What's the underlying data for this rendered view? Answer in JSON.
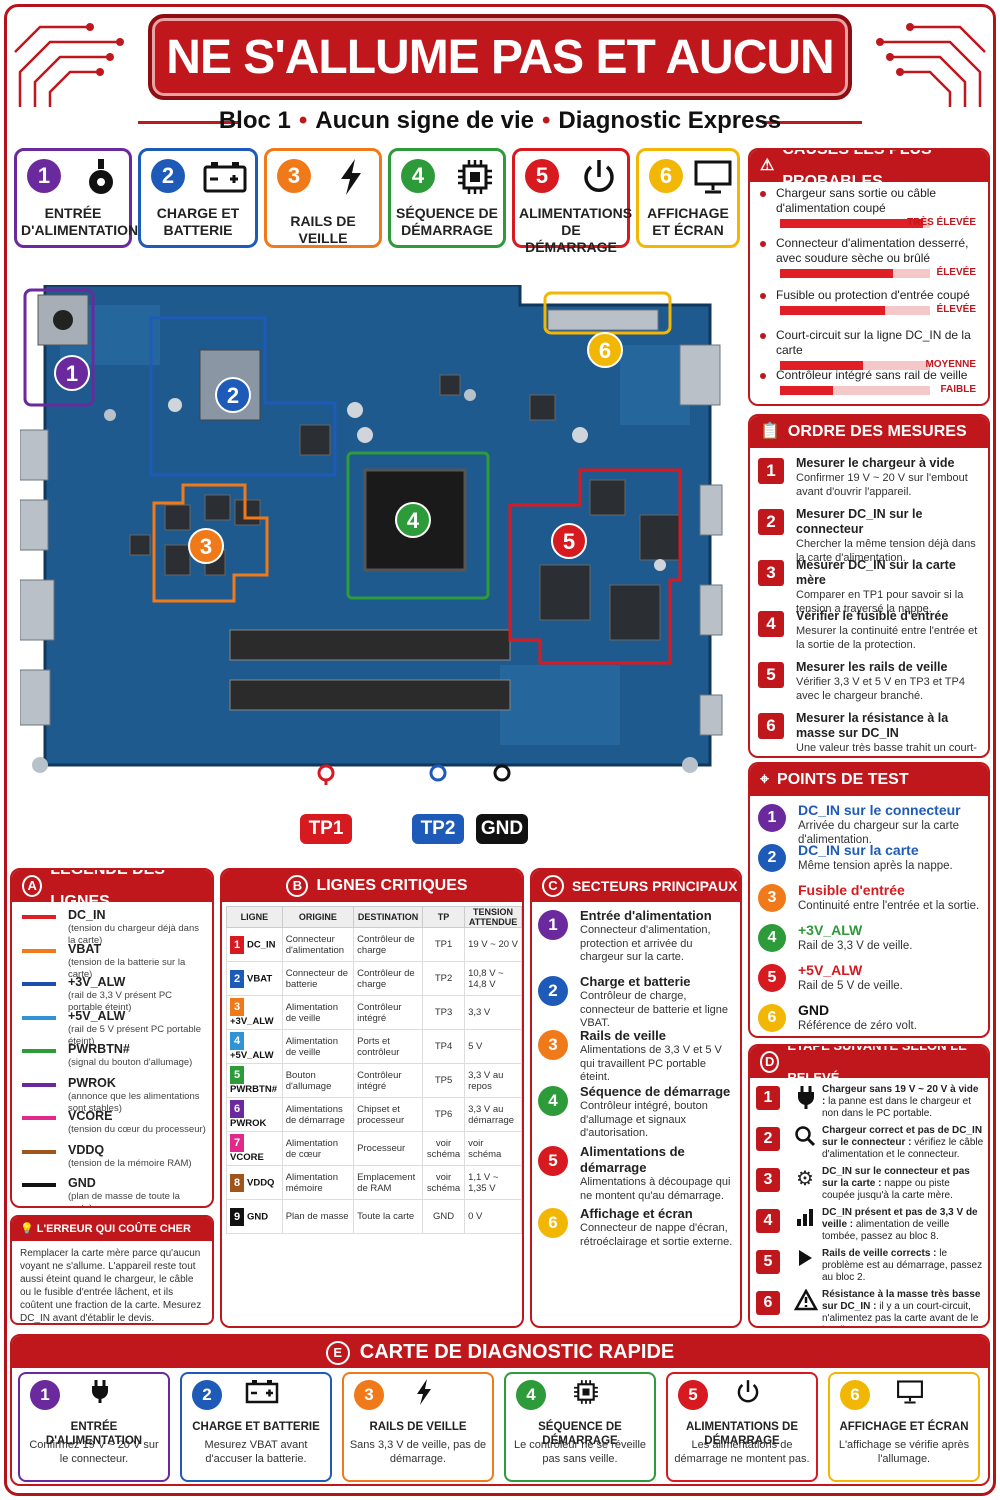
{
  "title": "NE S'ALLUME PAS ET AUCUN VOYANT",
  "subtitle": {
    "a": "Bloc 1",
    "b": "Aucun signe de vie",
    "c": "Diagnostic Express",
    "sep": "•"
  },
  "colors": {
    "purple": "#6a2a9e",
    "blue": "#1e5bb8",
    "orange": "#f07a1a",
    "green": "#2e9b3a",
    "red": "#d71920",
    "yellow": "#f2b705",
    "brand": "#c0171d"
  },
  "sections": [
    {
      "n": "1",
      "label": "ENTRÉE D'ALIMENTATION",
      "icon": "power-jack-icon"
    },
    {
      "n": "2",
      "label": "CHARGE ET BATTERIE",
      "icon": "battery-icon"
    },
    {
      "n": "3",
      "label": "RAILS DE VEILLE",
      "icon": "lightning-icon"
    },
    {
      "n": "4",
      "label": "SÉQUENCE DE DÉMARRAGE",
      "icon": "chip-icon"
    },
    {
      "n": "5",
      "label": "ALIMENTATIONS DE DÉMARRAGE",
      "icon": "power-icon"
    },
    {
      "n": "6",
      "label": "AFFICHAGE ET ÉCRAN",
      "icon": "monitor-icon"
    }
  ],
  "board_labels": {
    "n1": "1",
    "n2": "2",
    "n3": "3",
    "n4": "4",
    "n5": "5",
    "n6": "6",
    "tp1": "TP1",
    "tp2": "TP2",
    "gnd": "GND"
  },
  "causes": {
    "title": "CAUSES LES PLUS PROBABLES",
    "items": [
      {
        "text": "Chargeur sans sortie ou câble d'alimentation coupé",
        "level": "TRÈS ÉLEVÉE",
        "value": 0.95
      },
      {
        "text": "Connecteur d'alimentation desserré, avec soudure sèche ou brûlé",
        "level": "ÉLEVÉE",
        "value": 0.75
      },
      {
        "text": "Fusible ou protection d'entrée coupé",
        "level": "ÉLEVÉE",
        "value": 0.7
      },
      {
        "text": "Court-circuit sur la ligne DC_IN de la carte",
        "level": "MOYENNE",
        "value": 0.55
      },
      {
        "text": "Contrôleur intégré sans rail de veille",
        "level": "FAIBLE",
        "value": 0.35
      }
    ]
  },
  "order": {
    "title": "ORDRE DES MESURES",
    "items": [
      {
        "n": "1",
        "t": "Mesurer le chargeur à vide",
        "d": "Confirmer 19 V ~ 20 V sur l'embout avant d'ouvrir l'appareil."
      },
      {
        "n": "2",
        "t": "Mesurer DC_IN sur le connecteur",
        "d": "Chercher la même tension déjà dans la carte d'alimentation."
      },
      {
        "n": "3",
        "t": "Mesurer DC_IN sur la carte mère",
        "d": "Comparer en TP1 pour savoir si la tension a traversé la nappe."
      },
      {
        "n": "4",
        "t": "Vérifier le fusible d'entrée",
        "d": "Mesurer la continuité entre l'entrée et la sortie de la protection."
      },
      {
        "n": "5",
        "t": "Mesurer les rails de veille",
        "d": "Vérifier 3,3 V et 5 V en TP3 et TP4 avec le chargeur branché."
      },
      {
        "n": "6",
        "t": "Mesurer la résistance à la masse sur DC_IN",
        "d": "Une valeur très basse trahit un court-circuit à l'entrée."
      }
    ]
  },
  "testpoints": {
    "title": "POINTS DE TEST",
    "items": [
      {
        "n": "1",
        "t": "DC_IN sur le connecteur",
        "d": "Arrivée du chargeur sur la carte d'alimentation."
      },
      {
        "n": "2",
        "t": "DC_IN sur la carte",
        "d": "Même tension après la nappe."
      },
      {
        "n": "3",
        "t": "Fusible d'entrée",
        "d": "Continuité entre l'entrée et la sortie."
      },
      {
        "n": "4",
        "t": "+3V_ALW",
        "d": "Rail de 3,3 V de veille."
      },
      {
        "n": "5",
        "t": "+5V_ALW",
        "d": "Rail de 5 V de veille."
      },
      {
        "n": "6",
        "t": "GND",
        "d": "Référence de zéro volt."
      }
    ]
  },
  "legend": {
    "badge": "A",
    "title": "LÉGENDE DES LIGNES",
    "items": [
      {
        "n": "DC_IN",
        "d": "(tension du chargeur déjà dans la carte)",
        "color": "#e01e26"
      },
      {
        "n": "VBAT",
        "d": "(tension de la batterie sur la carte)",
        "color": "#f07a1a"
      },
      {
        "n": "+3V_ALW",
        "d": "(rail de 3,3 V présent PC portable éteint)",
        "color": "#1e4fb0"
      },
      {
        "n": "+5V_ALW",
        "d": "(rail de 5 V présent PC portable éteint)",
        "color": "#2f93d6"
      },
      {
        "n": "PWRBTN#",
        "d": "(signal du bouton d'allumage)",
        "color": "#2e9b3a"
      },
      {
        "n": "PWROK",
        "d": "(annonce que les alimentations sont stables)",
        "color": "#6a2a9e"
      },
      {
        "n": "VCORE",
        "d": "(tension du cœur du processeur)",
        "color": "#e0298a"
      },
      {
        "n": "VDDQ",
        "d": "(tension de la mémoire RAM)",
        "color": "#a0551c"
      },
      {
        "n": "GND",
        "d": "(plan de masse de toute la carte)",
        "color": "#111111"
      }
    ]
  },
  "critical": {
    "badge": "B",
    "title": "LIGNES CRITIQUES",
    "headers": [
      "LIGNE",
      "ORIGINE",
      "DESTINATION",
      "TP",
      "TENSION ATTENDUE"
    ],
    "rows": [
      {
        "n": "1",
        "l": "DC_IN",
        "o": "Connecteur d'alimentation",
        "dst": "Contrôleur de charge",
        "tp": "TP1",
        "v": "19 V ~ 20 V",
        "c": "#d71920"
      },
      {
        "n": "2",
        "l": "VBAT",
        "o": "Connecteur de batterie",
        "dst": "Contrôleur de charge",
        "tp": "TP2",
        "v": "10,8 V ~ 14,8 V",
        "c": "#1e5bb8"
      },
      {
        "n": "3",
        "l": "+3V_ALW",
        "o": "Alimentation de veille",
        "dst": "Contrôleur intégré",
        "tp": "TP3",
        "v": "3,3 V",
        "c": "#f07a1a"
      },
      {
        "n": "4",
        "l": "+5V_ALW",
        "o": "Alimentation de veille",
        "dst": "Ports et contrôleur",
        "tp": "TP4",
        "v": "5 V",
        "c": "#2f93d6"
      },
      {
        "n": "5",
        "l": "PWRBTN#",
        "o": "Bouton d'allumage",
        "dst": "Contrôleur intégré",
        "tp": "TP5",
        "v": "3,3 V au repos",
        "c": "#2e9b3a"
      },
      {
        "n": "6",
        "l": "PWROK",
        "o": "Alimentations de démarrage",
        "dst": "Chipset et processeur",
        "tp": "TP6",
        "v": "3,3 V au démarrage",
        "c": "#6a2a9e"
      },
      {
        "n": "7",
        "l": "VCORE",
        "o": "Alimentation de cœur",
        "dst": "Processeur",
        "tp": "voir schéma",
        "v": "voir schéma",
        "c": "#e0298a"
      },
      {
        "n": "8",
        "l": "VDDQ",
        "o": "Alimentation mémoire",
        "dst": "Emplacement de RAM",
        "tp": "voir schéma",
        "v": "1,1 V ~ 1,35 V",
        "c": "#a0551c"
      },
      {
        "n": "9",
        "l": "GND",
        "o": "Plan de masse",
        "dst": "Toute la carte",
        "tp": "GND",
        "v": "0 V",
        "c": "#111111"
      }
    ]
  },
  "sectors": {
    "badge": "C",
    "title": "SECTEURS PRINCIPAUX",
    "items": [
      {
        "n": "1",
        "t": "Entrée d'alimentation",
        "d": "Connecteur d'alimentation, protection et arrivée du chargeur sur la carte."
      },
      {
        "n": "2",
        "t": "Charge et batterie",
        "d": "Contrôleur de charge, connecteur de batterie et ligne VBAT."
      },
      {
        "n": "3",
        "t": "Rails de veille",
        "d": "Alimentations de 3,3 V et 5 V qui travaillent PC portable éteint."
      },
      {
        "n": "4",
        "t": "Séquence de démarrage",
        "d": "Contrôleur intégré, bouton d'allumage et signaux d'autorisation."
      },
      {
        "n": "5",
        "t": "Alimentations de démarrage",
        "d": "Alimentations à découpage qui ne montent qu'au démarrage."
      },
      {
        "n": "6",
        "t": "Affichage et écran",
        "d": "Connecteur de nappe d'écran, rétroéclairage et sortie externe."
      }
    ]
  },
  "next": {
    "badge": "D",
    "title": "ÉTAPE SUIVANTE SELON LE RELEVÉ",
    "items": [
      {
        "n": "1",
        "icon": "plug-icon",
        "b": "Chargeur sans 19 V ~ 20 V à vide :",
        "r": " la panne est dans le chargeur et non dans le PC portable."
      },
      {
        "n": "2",
        "icon": "magnifier-icon",
        "b": "Chargeur correct et pas de DC_IN sur le connecteur :",
        "r": " vérifiez le câble d'alimentation et le connecteur."
      },
      {
        "n": "3",
        "icon": "gear-icon",
        "b": "DC_IN sur le connecteur et pas sur la carte :",
        "r": " nappe ou piste coupée jusqu'à la carte mère."
      },
      {
        "n": "4",
        "icon": "bars-icon",
        "b": "DC_IN présent et pas de 3,3 V de veille :",
        "r": " alimentation de veille tombée, passez au bloc 8."
      },
      {
        "n": "5",
        "icon": "play-icon",
        "b": "Rails de veille corrects :",
        "r": " le problème est au démarrage, passez au bloc 2."
      },
      {
        "n": "6",
        "icon": "warning-icon",
        "b": "Résistance à la masse très basse sur DC_IN :",
        "r": " il y a un court-circuit, n'alimentez pas la carte avant de le localiser."
      }
    ]
  },
  "costly": {
    "title": "L'ERREUR QUI COÛTE CHER DANS CE CAS",
    "text": "Remplacer la carte mère parce qu'aucun voyant ne s'allume. L'appareil reste tout aussi éteint quand le chargeur, le câble ou le fusible d'entrée lâchent, et ils coûtent une fraction de la carte. Mesurez DC_IN avant d'établir le devis."
  },
  "quick": {
    "badge": "E",
    "title": "CARTE DE DIAGNOSTIC RAPIDE",
    "items": [
      {
        "n": "1",
        "t": "ENTRÉE D'ALIMENTATION",
        "d": "Confirmez 19 V ~ 20 V sur le connecteur.",
        "icon": "plug-icon"
      },
      {
        "n": "2",
        "t": "CHARGE ET BATTERIE",
        "d": "Mesurez VBAT avant d'accuser la batterie.",
        "icon": "battery-icon"
      },
      {
        "n": "3",
        "t": "RAILS DE VEILLE",
        "d": "Sans 3,3 V de veille, pas de démarrage.",
        "icon": "lightning-icon"
      },
      {
        "n": "4",
        "t": "SÉQUENCE DE DÉMARRAGE",
        "d": "Le contrôleur ne se réveille pas sans veille.",
        "icon": "chip-icon"
      },
      {
        "n": "5",
        "t": "ALIMENTATIONS DE DÉMARRAGE",
        "d": "Les alimentations de démarrage ne montent pas.",
        "icon": "power-icon"
      },
      {
        "n": "6",
        "t": "AFFICHAGE ET ÉCRAN",
        "d": "L'affichage se vérifie après l'allumage.",
        "icon": "monitor-icon"
      }
    ]
  }
}
